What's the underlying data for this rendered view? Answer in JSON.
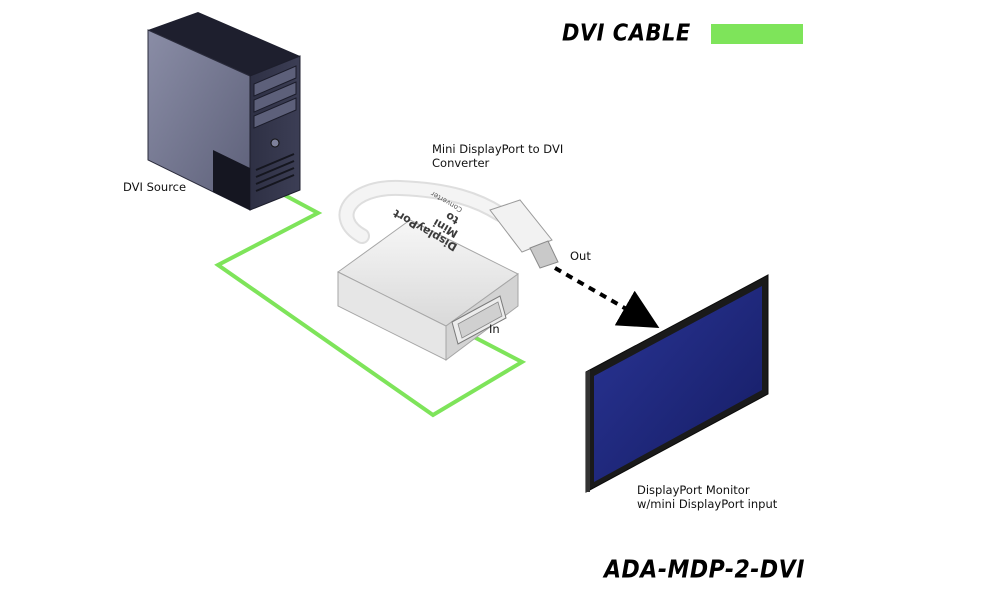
{
  "header": {
    "cable_legend_label": "DVI CABLE",
    "cable_color": "#7ee45a"
  },
  "source": {
    "label": "DVI Source"
  },
  "converter": {
    "caption_line1": "Mini DisplayPort to DVI",
    "caption_line2": "Converter",
    "body_text_line1": "DisplayPort",
    "body_text_line2": "Mini",
    "body_text_line3": "to",
    "body_text_line4": "Converter",
    "port_out_label": "Out",
    "port_in_label": "In"
  },
  "monitor": {
    "label_line1": "DisplayPort Monitor",
    "label_line2": "w/mini DisplayPort input",
    "screen_color": "#1f2a86"
  },
  "footer": {
    "model_number": "ADA-MDP-2-DVI"
  }
}
